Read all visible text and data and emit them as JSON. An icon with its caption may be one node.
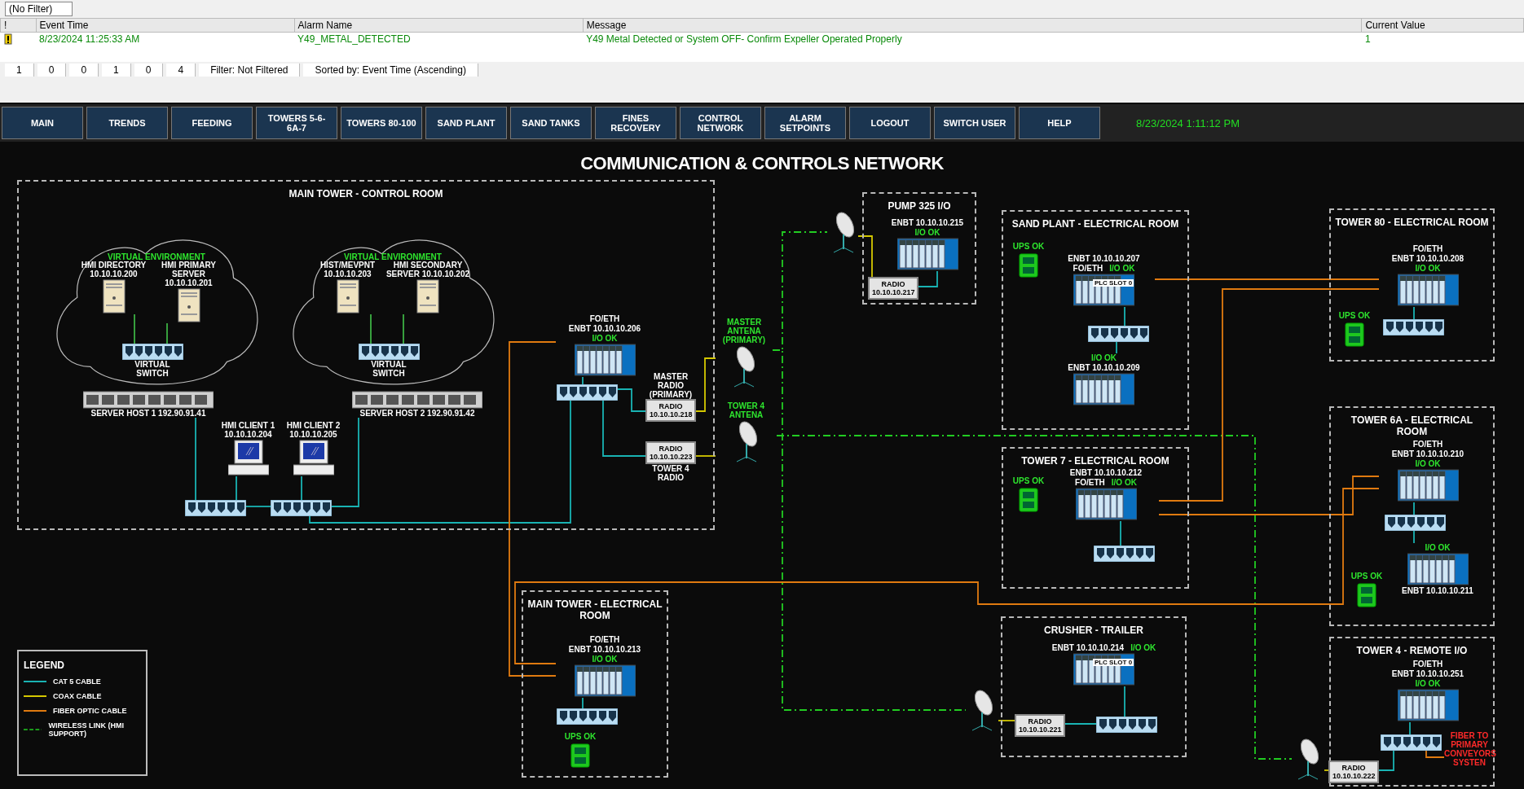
{
  "diagram": {
    "title": "COMMUNICATION & CONTROLS NETWORK",
    "nodes": [
      {
        "text": [
          "MAIN TOWER - CONTROL ROOM"
        ]
      },
      {
        "text": [
          "VIRTUAL ENVIRONMENT"
        ],
        "in": 0
      },
      {
        "text": [
          "HMI DIRECTORY 10.10.10.200"
        ],
        "in": 1
      },
      {
        "text": [
          "HMI PRIMARY SERVER 10.10.10.201"
        ],
        "in": 1
      },
      {
        "text": [
          "VIRTUAL SWITCH"
        ],
        "in": 1
      },
      {
        "text": [
          "VIRTUAL ENVIRONMENT"
        ],
        "in": 0
      },
      {
        "text": [
          "HIST/MEVPNT 10.10.10.203"
        ],
        "in": 5
      },
      {
        "text": [
          "HMI SECONDARY SERVER 10.10.10.202"
        ],
        "in": 5
      },
      {
        "text": [
          "VIRTUAL SWITCH"
        ],
        "in": 5
      },
      {
        "text": [
          "SERVER HOST 1 192.90.91.41"
        ],
        "in": 0
      },
      {
        "text": [
          "SERVER HOST 2 192.90.91.42"
        ],
        "in": 0
      },
      {
        "text": [
          "HMI CLIENT 1 10.10.10.204"
        ],
        "in": 0
      },
      {
        "text": [
          "HMI CLIENT 2 10.10.10.205"
        ],
        "in": 0
      },
      {
        "text": [],
        "shape": "picture",
        "in": 0
      },
      {
        "text": [],
        "shape": "picture",
        "in": 0
      },
      {
        "text": [
          "FO/ETH",
          "ENBT 10.10.10.206",
          "I/O OK"
        ],
        "in": 0
      },
      {
        "text": [],
        "shape": "picture",
        "in": 0
      },
      {
        "text": [
          "MASTER RADIO (PRIMARY)",
          "RADIO 10.10.10.218"
        ],
        "in": 0
      },
      {
        "text": [
          "RADIO 10.10.10.223",
          "TOWER 4 RADIO"
        ],
        "in": 0
      },
      {
        "text": [
          "MASTER ANTENA (PRIMARY)"
        ]
      },
      {
        "text": [
          "TOWER 4  ANTENA"
        ]
      },
      {
        "text": [
          "PUMP 325 I/O"
        ]
      },
      {
        "text": [],
        "shape": "picture"
      },
      {
        "text": [
          "ENBT 10.10.10.215",
          "I/O OK"
        ],
        "in": 21
      },
      {
        "text": [
          "RADIO 10.10.10.217"
        ],
        "in": 21
      },
      {
        "text": [
          "SAND PLANT - ELECTRICAL ROOM"
        ]
      },
      {
        "text": [
          "UPS OK"
        ],
        "in": 25
      },
      {
        "text": [
          "ENBT 10.10.10.207",
          "FO/ETH",
          "I/O OK",
          "PLC SLOT 0"
        ],
        "in": 25
      },
      {
        "text": [],
        "shape": "picture",
        "in": 25
      },
      {
        "text": [
          "I/O OK",
          "ENBT 10.10.10.209"
        ],
        "in": 25
      },
      {
        "text": [
          "TOWER 80 - ELECTRICAL ROOM"
        ]
      },
      {
        "text": [
          "FO/ETH",
          "ENBT 10.10.10.208",
          "I/O OK"
        ],
        "in": 30
      },
      {
        "text": [],
        "shape": "picture",
        "in": 30
      },
      {
        "text": [
          "UPS OK"
        ],
        "in": 30
      },
      {
        "text": [
          "TOWER 7 - ELECTRICAL ROOM"
        ]
      },
      {
        "text": [
          "UPS OK"
        ],
        "in": 34
      },
      {
        "text": [
          "ENBT 10.10.10.212",
          "FO/ETH",
          "I/O OK"
        ],
        "in": 34
      },
      {
        "text": [],
        "shape": "picture",
        "in": 34
      },
      {
        "text": [
          "TOWER 6A - ELECTRICAL ROOM"
        ]
      },
      {
        "text": [
          "FO/ETH",
          "ENBT 10.10.10.210",
          "I/O OK"
        ],
        "in": 38
      },
      {
        "text": [],
        "shape": "picture",
        "in": 38
      },
      {
        "text": [
          "I/O OK",
          "ENBT 10.10.10.211"
        ],
        "in": 38
      },
      {
        "text": [
          "UPS OK"
        ],
        "in": 38
      },
      {
        "text": [
          "MAIN TOWER - ELECTRICAL ROOM"
        ]
      },
      {
        "text": [
          "FO/ETH",
          "ENBT 10.10.10.213",
          "I/O OK"
        ],
        "in": 43
      },
      {
        "text": [],
        "shape": "picture",
        "in": 43
      },
      {
        "text": [
          "UPS OK"
        ],
        "in": 43
      },
      {
        "text": [
          "CRUSHER - TRAILER"
        ]
      },
      {
        "text": [
          "ENBT 10.10.10.214",
          "I/O OK",
          "PLC SLOT 0"
        ],
        "in": 47
      },
      {
        "text": [
          "RADIO 10.10.10.221"
        ],
        "in": 47
      },
      {
        "text": [],
        "shape": "picture",
        "in": 47
      },
      {
        "text": [],
        "shape": "picture"
      },
      {
        "text": [
          "TOWER 4 - REMOTE I/O"
        ]
      },
      {
        "text": [
          "FO/ETH",
          "ENBT 10.10.10.251",
          "I/O OK"
        ],
        "in": 52
      },
      {
        "text": [],
        "shape": "picture",
        "in": 52
      },
      {
        "text": [
          "RADIO 10.10.10.222"
        ],
        "in": 52
      },
      {
        "text": [],
        "shape": "picture"
      },
      {
        "text": [
          "FIBER TO PRIMARY CONVEYORS SYSTEN"
        ],
        "in": 52
      }
    ],
    "edges": [
      {
        "from": 2,
        "to": 4,
        "arrow": "none",
        "color": "#3cb043"
      },
      {
        "from": 3,
        "to": 4,
        "arrow": "none",
        "color": "#3cb043"
      },
      {
        "from": 6,
        "to": 8,
        "arrow": "none",
        "color": "#3cb043"
      },
      {
        "from": 7,
        "to": 8,
        "arrow": "none",
        "color": "#3cb043"
      },
      {
        "from": 9,
        "to": 13,
        "arrow": "none"
      },
      {
        "from": 11,
        "to": 13,
        "arrow": "none"
      },
      {
        "from": 12,
        "to": 14,
        "arrow": "none"
      },
      {
        "from": 10,
        "to": 14,
        "arrow": "none"
      },
      {
        "from": 13,
        "to": 14,
        "arrow": "none"
      },
      {
        "from": 14,
        "to": 16,
        "arrow": "none"
      },
      {
        "from": 15,
        "to": 16,
        "arrow": "none"
      },
      {
        "from": 16,
        "to": 17,
        "arrow": "none"
      },
      {
        "from": 16,
        "to": 18,
        "arrow": "none"
      },
      {
        "from": 17,
        "to": 19,
        "arrow": "none",
        "color": "#d4c800"
      },
      {
        "from": 18,
        "to": 20,
        "arrow": "none",
        "color": "#d4c800"
      },
      {
        "from": 19,
        "to": 22,
        "arrow": "none",
        "style": "dashed",
        "color": "#22cc22"
      },
      {
        "from": 19,
        "to": 51,
        "arrow": "none",
        "style": "dashed",
        "color": "#22cc22"
      },
      {
        "from": 20,
        "to": 56,
        "arrow": "none",
        "style": "dashed",
        "color": "#22cc22"
      },
      {
        "from": 22,
        "to": 24,
        "arrow": "none",
        "color": "#d4c800"
      },
      {
        "from": 24,
        "to": 23,
        "arrow": "none"
      },
      {
        "from": 27,
        "to": 28,
        "arrow": "none"
      },
      {
        "from": 28,
        "to": 29,
        "arrow": "none"
      },
      {
        "from": 27,
        "to": 31,
        "arrow": "none",
        "color": "#e07a10"
      },
      {
        "from": 31,
        "to": 32,
        "arrow": "none"
      },
      {
        "from": 31,
        "to": 36,
        "arrow": "none",
        "color": "#e07a10"
      },
      {
        "from": 36,
        "to": 37,
        "arrow": "none"
      },
      {
        "from": 36,
        "to": 39,
        "arrow": "none",
        "color": "#e07a10"
      },
      {
        "from": 39,
        "to": 40,
        "arrow": "none"
      },
      {
        "from": 40,
        "to": 41,
        "arrow": "none"
      },
      {
        "from": 39,
        "to": 44,
        "arrow": "none",
        "color": "#e07a10"
      },
      {
        "from": 15,
        "to": 44,
        "arrow": "none",
        "color": "#e07a10"
      },
      {
        "from": 44,
        "to": 45,
        "arrow": "none"
      },
      {
        "from": 48,
        "to": 50,
        "arrow": "none"
      },
      {
        "from": 49,
        "to": 50,
        "arrow": "none"
      },
      {
        "from": 51,
        "to": 49,
        "arrow": "none",
        "color": "#d4c800"
      },
      {
        "from": 53,
        "to": 54,
        "arrow": "none"
      },
      {
        "from": 54,
        "to": 55,
        "arrow": "none"
      },
      {
        "from": 56,
        "to": 55,
        "arrow": "none",
        "color": "#d4c800"
      },
      {
        "from": 54,
        "to": 57,
        "arrow": "none",
        "color": "#e07a10"
      }
    ],
    "labels": [
      "(No Filter)",
      "!",
      "Event Time",
      "Alarm Name",
      "Message",
      "Current Value",
      "8/23/2024 11:25:33 AM",
      "Y49_METAL_DETECTED",
      "Y49 Metal Detected or System OFF- Confirm Expeller Operated Properly",
      "1",
      "1",
      "0",
      "0",
      "1",
      "0",
      "4",
      "Filter: Not Filtered",
      "Sorted by: Event Time (Ascending)",
      "MAIN",
      "TRENDS",
      "FEEDING",
      "TOWERS 5-6-6A-7",
      "TOWERS 80-100",
      "SAND PLANT",
      "SAND TANKS",
      "FINES RECOVERY",
      "CONTROL NETWORK",
      "ALARM SETPOINTS",
      "LOGOUT",
      "SWITCH USER",
      "HELP",
      "8/23/2024 1:11:12 PM",
      "LEGEND"
    ],
    "legend": [
      {
        "text": "CAT 5 CABLE"
      },
      {
        "text": "COAX CABLE"
      },
      {
        "text": "FIBER OPTIC CABLE"
      },
      {
        "text": "WIRELESS LINK (HMI SUPPORT)"
      }
    ]
  }
}
